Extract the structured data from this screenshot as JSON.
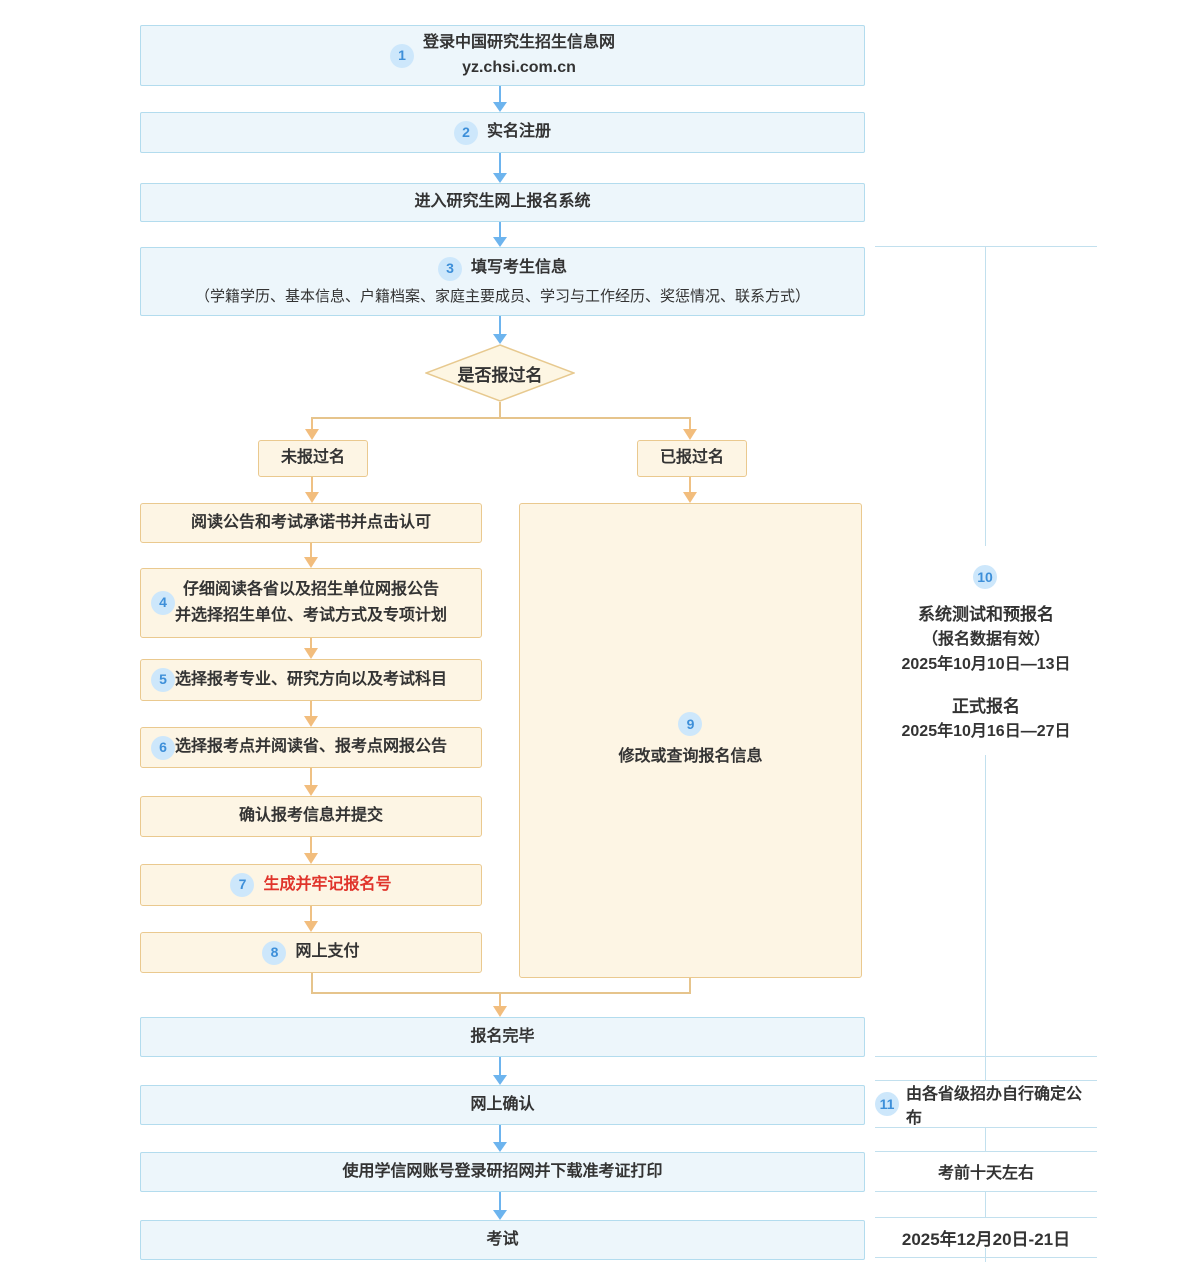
{
  "flow": {
    "step1": {
      "badge": "1",
      "title": "登录中国研究生招生信息网",
      "url": "yz.chsi.com.cn"
    },
    "step2": {
      "badge": "2",
      "label": "实名注册"
    },
    "enter_system": {
      "label": "进入研究生网上报名系统"
    },
    "step3": {
      "badge": "3",
      "title": "填写考生信息",
      "detail": "（学籍学历、基本信息、户籍档案、家庭主要成员、学习与工作经历、奖惩情况、联系方式）"
    },
    "decision": {
      "label": "是否报过名"
    },
    "branch_no": {
      "label": "未报过名"
    },
    "branch_yes": {
      "label": "已报过名"
    },
    "read_notice": {
      "label": "阅读公告和考试承诺书并点击认可"
    },
    "step4": {
      "badge": "4",
      "line1": "仔细阅读各省以及招生单位网报公告",
      "line2": "并选择招生单位、考试方式及专项计划"
    },
    "step5": {
      "badge": "5",
      "label": "选择报考专业、研究方向以及考试科目"
    },
    "step6": {
      "badge": "6",
      "label": "选择报考点并阅读省、报考点网报公告"
    },
    "confirm_submit": {
      "label": "确认报考信息并提交"
    },
    "step7": {
      "badge": "7",
      "label": "生成并牢记报名号"
    },
    "step8": {
      "badge": "8",
      "label": "网上支付"
    },
    "step9": {
      "badge": "9",
      "label": "修改或查询报名信息"
    },
    "finish": {
      "label": "报名完毕"
    },
    "online_confirm": {
      "label": "网上确认"
    },
    "print_ticket": {
      "label": "使用学信网账号登录研招网并下载准考证打印"
    },
    "exam": {
      "label": "考试"
    }
  },
  "sidebar": {
    "note10": {
      "badge": "10",
      "phase1_title": "系统测试和预报名",
      "phase1_note": "（报名数据有效）",
      "phase1_date": "2025年10月10日—13日",
      "phase2_title": "正式报名",
      "phase2_date": "2025年10月16日—27日"
    },
    "note11": {
      "badge": "11",
      "label": "由各省级招办自行确定公布"
    },
    "note_confirm_time": {
      "label": "考前十天左右"
    },
    "note_exam_date": {
      "label": "2025年12月20日-21日"
    }
  },
  "colors": {
    "blue_box_fill": "#edf6fb",
    "blue_box_border": "#b3dcee",
    "orange_box_fill": "#fdf5e4",
    "orange_box_border": "#eac98f",
    "blue_arrow": "#6db4ee",
    "orange_arrow": "#f2bd7d",
    "badge_bg": "#cde7fb",
    "badge_text": "#3d8fd9",
    "highlight_red": "#e0342b"
  }
}
